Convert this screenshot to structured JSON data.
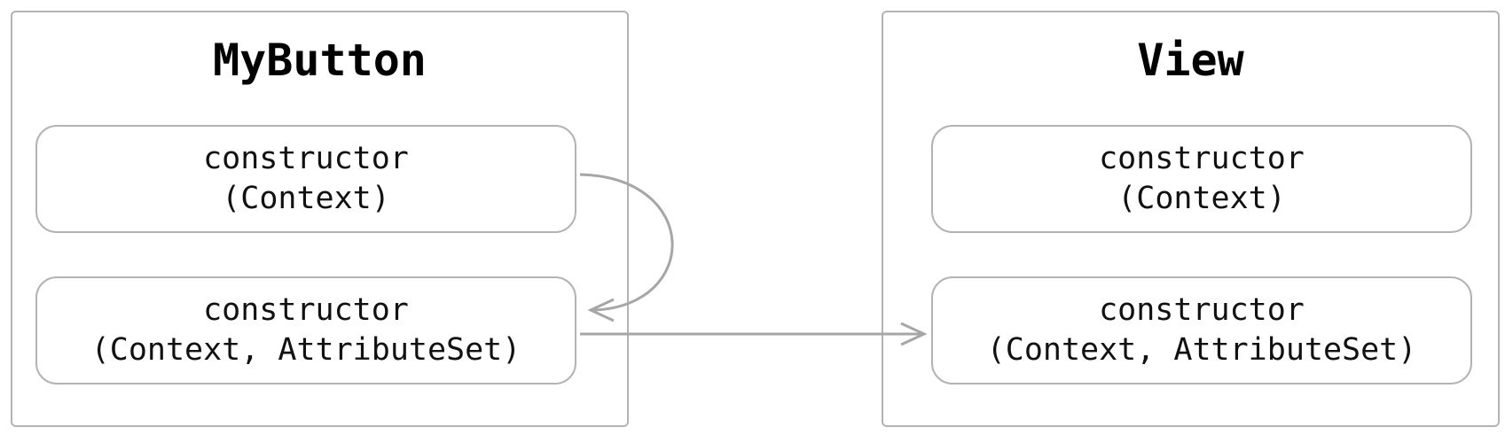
{
  "classes": [
    {
      "name": "MyButton",
      "methods": [
        {
          "name": "constructor",
          "params": "(Context)"
        },
        {
          "name": "constructor",
          "params": "(Context, AttributeSet)"
        }
      ]
    },
    {
      "name": "View",
      "methods": [
        {
          "name": "constructor",
          "params": "(Context)"
        },
        {
          "name": "constructor",
          "params": "(Context, AttributeSet)"
        }
      ]
    }
  ],
  "edges": [
    {
      "from": "MyButton.constructor(Context)",
      "to": "MyButton.constructor(Context, AttributeSet)"
    },
    {
      "from": "MyButton.constructor(Context, AttributeSet)",
      "to": "View.constructor(Context, AttributeSet)"
    }
  ],
  "colors": {
    "border": "#b3b3b3",
    "arrow": "#a6a6a6",
    "text": "#111111"
  }
}
